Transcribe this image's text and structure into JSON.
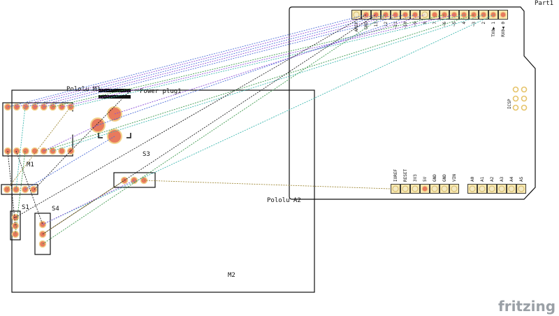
{
  "parts": {
    "arduino_label": "Part1",
    "icsp_label": "ICSP",
    "pololu_m1_label": "Pololu M1",
    "power_plug_label": "Power plug1",
    "pololu_a2_label": "Pololu A2",
    "m1_label": "M1",
    "m2_label": "M2",
    "s1_label": "S1",
    "s3_label": "S3",
    "s4_label": "S4"
  },
  "arduino_header_top": [
    "AREF",
    "GND",
    "13",
    "12",
    "~11",
    "~10",
    "~9",
    "8",
    "7",
    "~6",
    "~5",
    "4",
    "~3",
    "2",
    "TX0▶ 1",
    "RX0◀ 0"
  ],
  "arduino_header_power": [
    "IOREF",
    "RESET",
    "3V3",
    "5V",
    "GND",
    "GND",
    "VIN"
  ],
  "arduino_header_analog": [
    "A0",
    "A1",
    "A2",
    "A3",
    "A4",
    "A5"
  ],
  "brand": "fritzing",
  "colors": {
    "outline": "#111111",
    "pin_fill": "#e87a5d",
    "pin_ring": "#f2d28a",
    "header_pad": "#fbe9b0",
    "wire_blue": "#4f6fd8",
    "wire_purple": "#8a4fd8",
    "wire_green": "#3f9a4f",
    "wire_teal": "#3fb8b0",
    "wire_black": "#222222",
    "wire_olive": "#a08a3a",
    "brand_gray": "#9aa0a6"
  }
}
